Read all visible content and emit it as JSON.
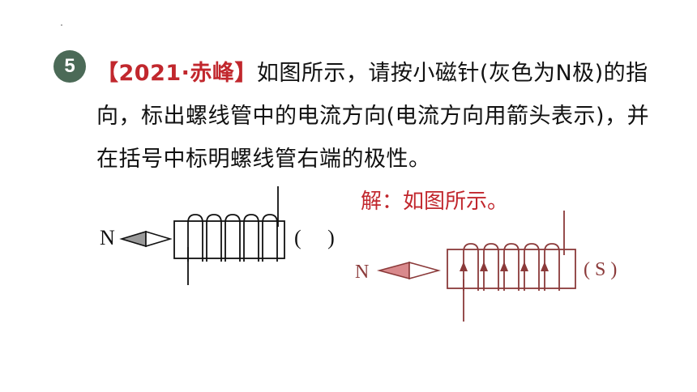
{
  "question": {
    "number": "5",
    "source": "【2021·赤峰】",
    "text": "如图所示，请按小磁针(灰色为N极)的指向，标出螺线管中的电流方向(电流方向用箭头表示)，并在括号中标明螺线管右端的极性。"
  },
  "left_figure": {
    "needle_label": "N",
    "bracket": "(     )"
  },
  "answer": {
    "text": "解：如图所示。",
    "needle_label": "N",
    "pole": "( S )"
  },
  "colors": {
    "badge": "#4b6a57",
    "source": "#c1272d",
    "answer": "#c1272d",
    "answer_figure": "#8b3a3a",
    "needle_gray": "#9a9a9a",
    "needle_red": "#d9898c"
  }
}
